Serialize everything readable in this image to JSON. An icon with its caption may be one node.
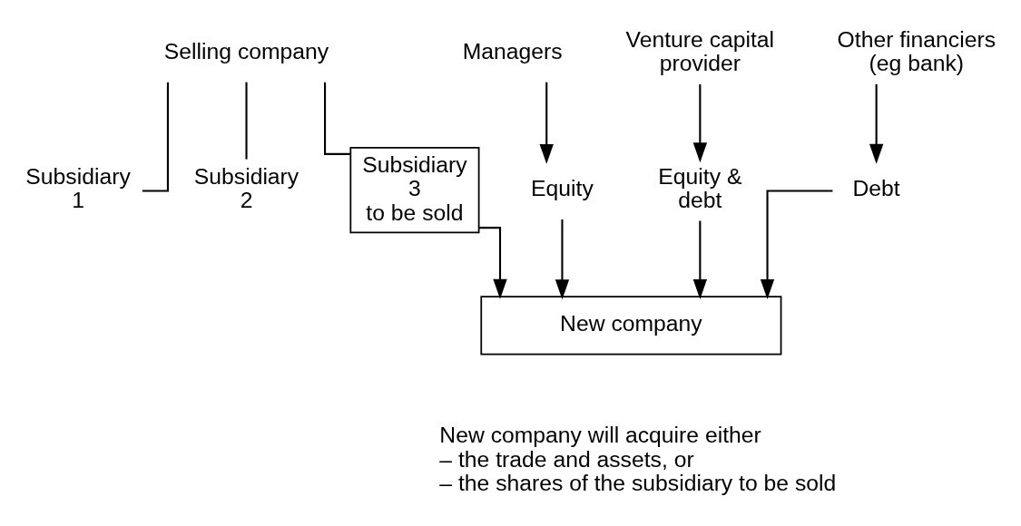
{
  "diagram": {
    "nodes": [
      {
        "text": [
          "Selling company"
        ]
      },
      {
        "text": [
          "Subsidiary 1"
        ]
      },
      {
        "text": [
          "Subsidiary 2"
        ]
      },
      {
        "text": [
          "Subsidiary 3 to be sold"
        ]
      },
      {
        "text": [
          "Managers"
        ]
      },
      {
        "text": [
          "Venture capital provider"
        ]
      },
      {
        "text": [
          "Other financiers (eg bank)"
        ]
      },
      {
        "text": [
          "Equity"
        ]
      },
      {
        "text": [
          "Equity & debt"
        ]
      },
      {
        "text": [
          "Debt"
        ]
      },
      {
        "text": [
          "New company"
        ]
      }
    ],
    "edges": [
      {
        "from": 0,
        "to": 1,
        "arrow": "none"
      },
      {
        "from": 0,
        "to": 2,
        "arrow": "none"
      },
      {
        "from": 0,
        "to": 3,
        "arrow": "none"
      },
      {
        "from": 3,
        "to": 10,
        "arrow": "to"
      },
      {
        "from": 4,
        "to": 7,
        "arrow": "to"
      },
      {
        "from": 5,
        "to": 8,
        "arrow": "to"
      },
      {
        "from": 6,
        "to": 9,
        "arrow": "to"
      },
      {
        "from": 7,
        "to": 10,
        "arrow": "to"
      },
      {
        "from": 8,
        "to": 10,
        "arrow": "to"
      },
      {
        "from": 9,
        "to": 10,
        "arrow": "to"
      }
    ],
    "labels": [
      "New company will acquire either",
      "– the trade and assets, or",
      "– the shares of the subsidiary to be sold"
    ]
  }
}
